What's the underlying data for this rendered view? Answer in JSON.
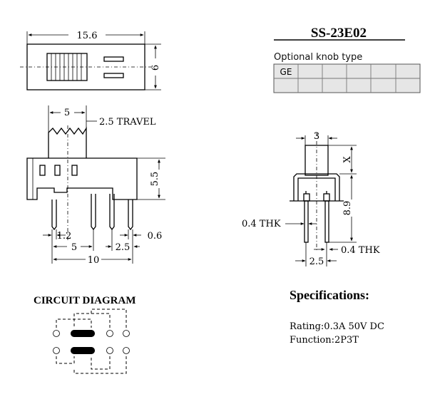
{
  "top_view": {
    "width_dim": "15.6",
    "height_dim": "6"
  },
  "side_view": {
    "knob_width_dim": "5",
    "travel_label": "2.5 TRAVEL",
    "height_dim": "5.5",
    "pin_width_dim": "1.2",
    "pin_thk_dim": "0.6",
    "pitch_dim_a": "5",
    "pitch_dim_b": "2.5",
    "total_dim": "10"
  },
  "end_view": {
    "top_dim": "3",
    "x_dim": "X",
    "height_dim": "8.9",
    "thk_left": "0.4 THK",
    "thk_right": "0.4 THK",
    "pitch_dim": "2.5"
  },
  "part_number": "SS-23E02",
  "knob_table": {
    "caption": "Optional knob type",
    "first_cell": "GE"
  },
  "circuit": {
    "title": "CIRCUIT DIAGRAM"
  },
  "specifications": {
    "heading": "Specifications:",
    "rating": "Rating:0.3A 50V DC",
    "function": "Function:2P3T"
  },
  "colors": {
    "line": "#000000",
    "table_fill": "#e6e6e6",
    "background": "#ffffff"
  }
}
